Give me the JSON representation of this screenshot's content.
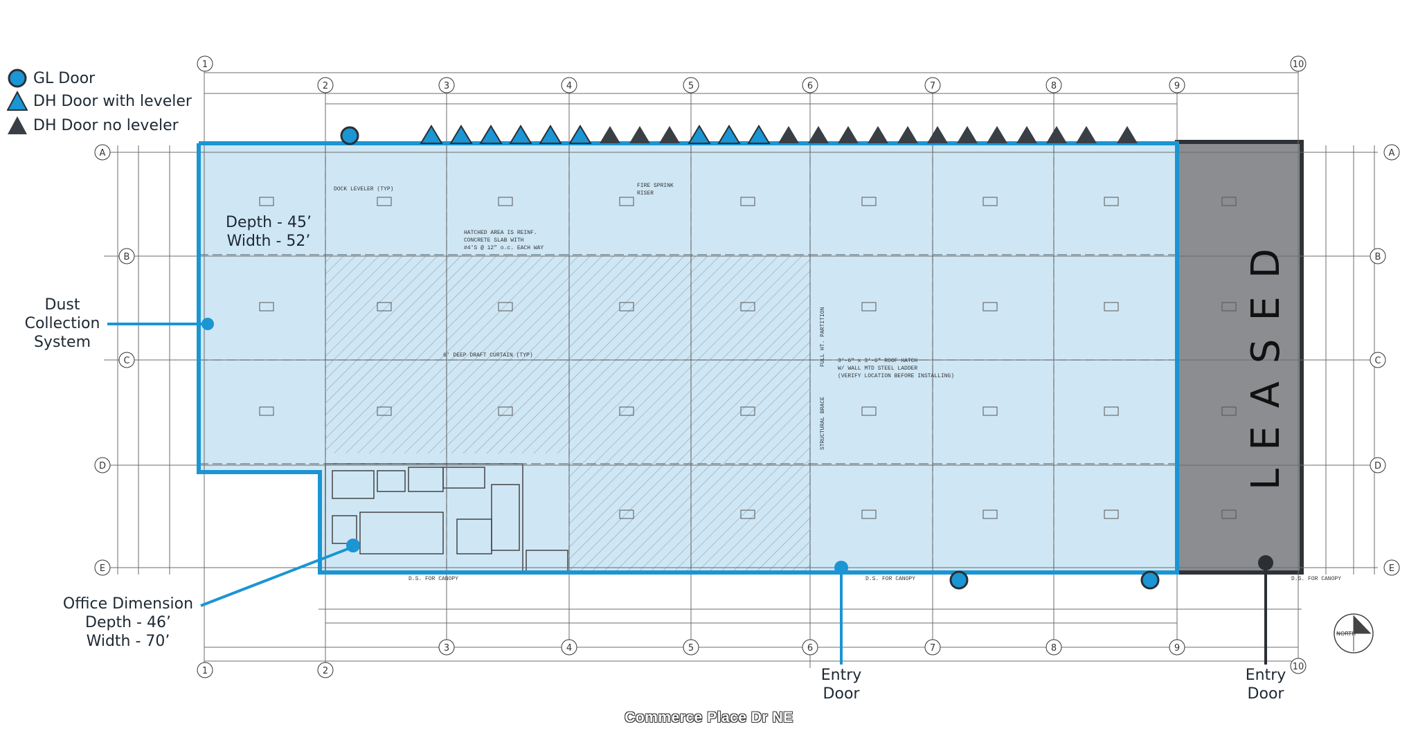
{
  "legend": {
    "gl_door": "GL Door",
    "dh_door_leveler": "DH Door with leveler",
    "dh_door_no_leveler": "DH Door no leveler"
  },
  "labels": {
    "depth_width_1": "Depth - 45’",
    "depth_width_2": "Width - 52’",
    "dust_1": "Dust",
    "dust_2": "Collection",
    "dust_3": "System",
    "office_1": "Office Dimension",
    "office_2": "Depth - 46’",
    "office_3": "Width - 70’",
    "entry_door_1a": "Entry",
    "entry_door_1b": "Door",
    "entry_door_2a": "Entry",
    "entry_door_2b": "Door",
    "leased": "LEASED",
    "street": "Commerce Place Dr NE"
  },
  "plan_notes": {
    "dock_leveler": "DOCK LEVELER (TYP)",
    "hatched_1": "HATCHED AREA IS REINF.",
    "hatched_2": "CONCRETE SLAB WITH",
    "hatched_3": "#4'S @ 12\" o.c. EACH WAY",
    "fire_1": "FIRE SPRINK",
    "fire_2": "RISER",
    "roof_hatch_1": "3'-6\" x 3'-6\" ROOF HATCH",
    "roof_hatch_2": "W/ WALL MTD STEEL LADDER",
    "roof_hatch_3": "(VERIFY LOCATION BEFORE INSTALLING)",
    "partition": "FULL HT. PARTITION",
    "brace": "STRUCTURAL BRACE",
    "draft_curtain": "6' DEEP DRAFT CURTAIN (TYP)",
    "canopy_1": "D.S. FOR CANOPY",
    "canopy_2": "D.S. FOR CANOPY",
    "canopy_3": "D.S. FOR CANOPY",
    "north": "NORTH"
  },
  "grid": {
    "columns": [
      "1",
      "2",
      "3",
      "4",
      "5",
      "6",
      "7",
      "8",
      "9",
      "10"
    ],
    "rows": [
      "A",
      "B",
      "C",
      "D",
      "E"
    ]
  },
  "colors": {
    "accent": "#1b95d3",
    "fill": "#cfe7f5",
    "leased": "#8b8d90",
    "dark": "#3a3f45",
    "line": "#555555"
  }
}
